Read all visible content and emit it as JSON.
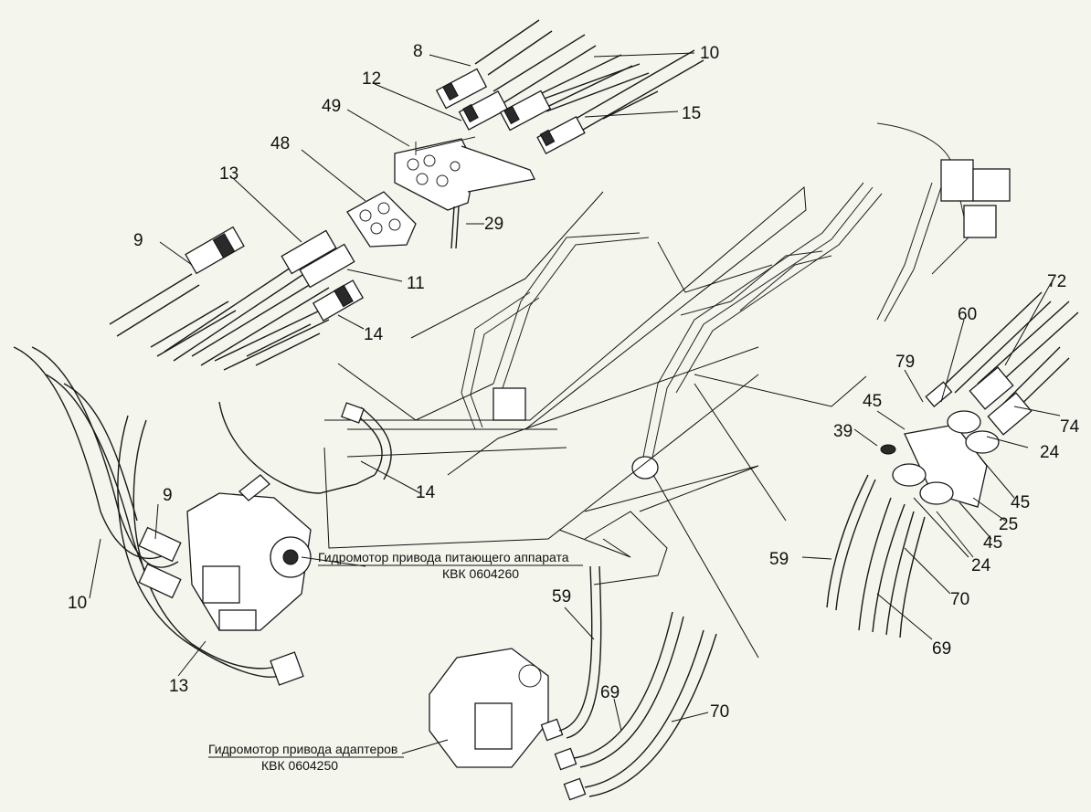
{
  "labels": {
    "l8": "8",
    "l10a": "10",
    "l12": "12",
    "l15": "15",
    "l49": "49",
    "l48": "48",
    "l13a": "13",
    "l9a": "9",
    "l29": "29",
    "l11": "11",
    "l14a": "14",
    "l14b": "14",
    "l9b": "9",
    "l10b": "10",
    "l13b": "13",
    "l59a": "59",
    "l69a": "69",
    "l70a": "70",
    "l60": "60",
    "l72": "72",
    "l79": "79",
    "l45a": "45",
    "l74": "74",
    "l39": "39",
    "l24a": "24",
    "l45b": "45",
    "l25": "25",
    "l45c": "45",
    "l24b": "24",
    "l59b": "59",
    "l70b": "70",
    "l69b": "69"
  },
  "captions": {
    "feeder_motor_title": "Гидромотор привода питающего аппарата",
    "feeder_motor_code": "КВК 0604260",
    "adapter_motor_title": "Гидромотор привода адаптеров",
    "adapter_motor_code": "КВК 0604250"
  },
  "colors": {
    "background": "#f4f5ec",
    "line": "#1a1a1a"
  }
}
